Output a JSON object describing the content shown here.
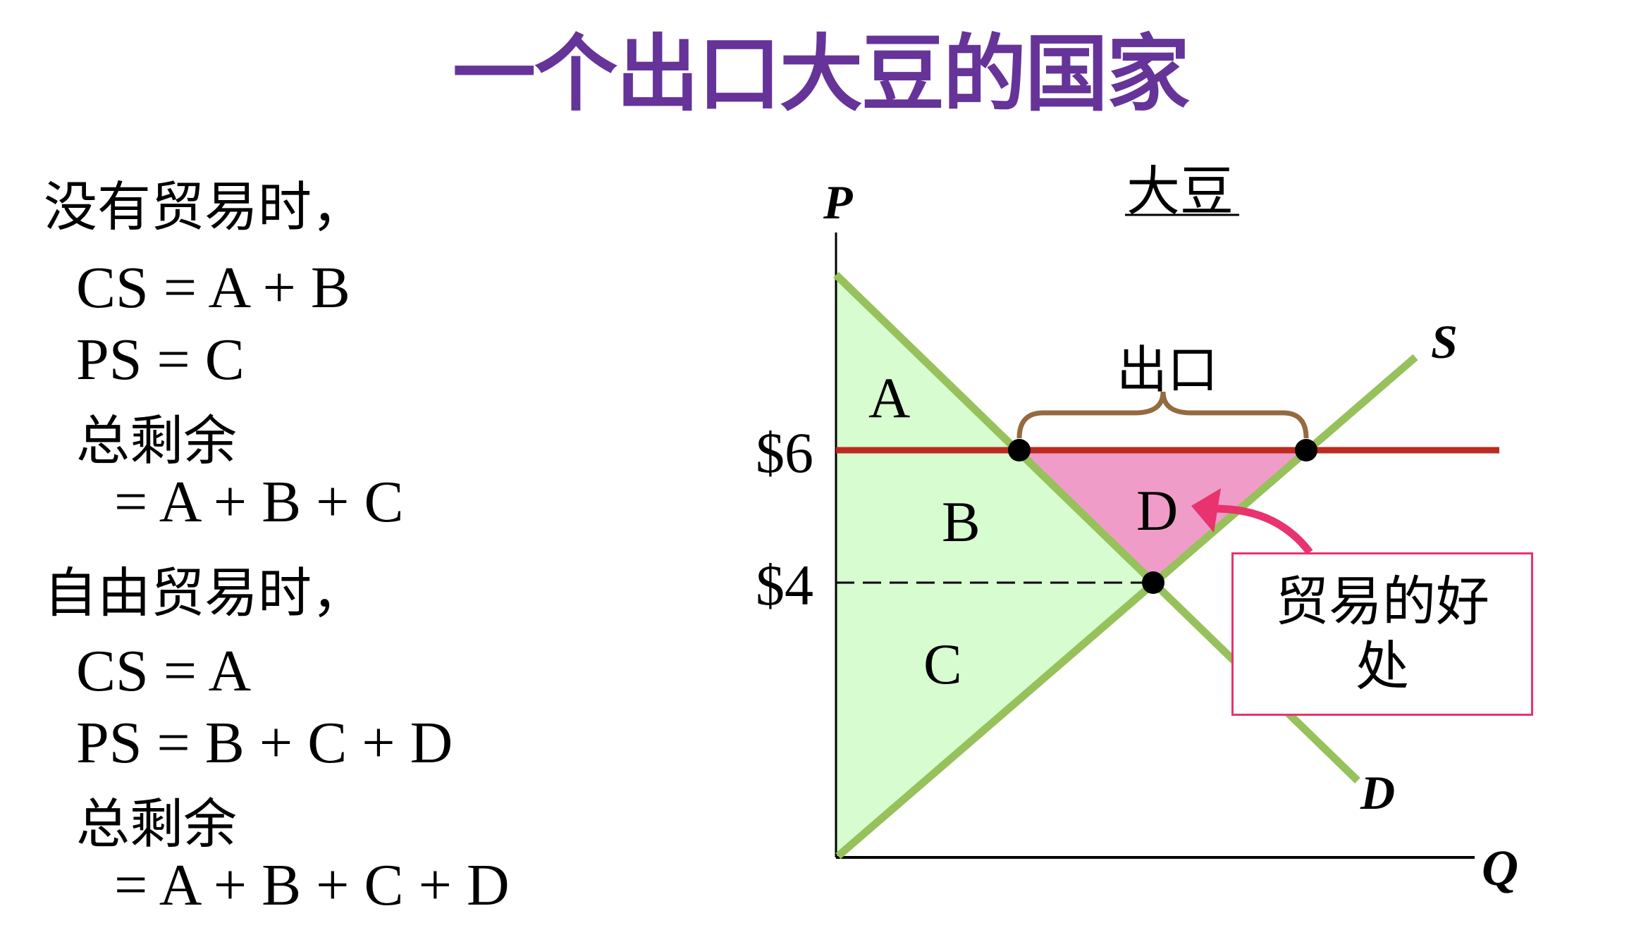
{
  "title": "一个出口大豆的国家",
  "notes": {
    "no_trade": {
      "heading": "没有贸易时，",
      "cs": "CS = A + B",
      "ps": "PS = C",
      "total_label": "总剩余",
      "total_value": "= A + B + C"
    },
    "free_trade": {
      "heading": "自由贸易时，",
      "cs": "CS = A",
      "ps": "PS = B + C + D",
      "total_label": "总剩余",
      "total_value": "= A + B + C + D"
    }
  },
  "chart_data": {
    "type": "line",
    "title": "大豆",
    "xlabel": "Q",
    "ylabel": "P",
    "yticks": [
      "$6",
      "$4"
    ],
    "series": [
      {
        "name": "S",
        "kind": "supply",
        "color": "#97c15a",
        "points": [
          [
            0,
            0
          ],
          [
            1,
            1
          ]
        ]
      },
      {
        "name": "D",
        "kind": "demand",
        "color": "#97c15a",
        "points": [
          [
            0,
            1
          ],
          [
            1,
            0
          ]
        ]
      },
      {
        "name": "world price",
        "kind": "horizontal",
        "value": 6,
        "color": "#be2a20"
      },
      {
        "name": "domestic equilibrium",
        "kind": "dashed",
        "value": 4,
        "color": "#000000"
      }
    ],
    "regions": [
      {
        "label": "A",
        "color": "#d6fcd0",
        "meaning": "consumer surplus with trade"
      },
      {
        "label": "B",
        "color": "#d6fcd0"
      },
      {
        "label": "C",
        "color": "#d6fcd0"
      },
      {
        "label": "D",
        "color": "#f09cc8",
        "meaning": "gains from trade"
      }
    ],
    "annotations": {
      "exports_label": "出口",
      "benefit_label": "贸易的好处",
      "supply_label": "S",
      "demand_label": "D"
    },
    "colors": {
      "title": "#663399",
      "curve": "#97c15a",
      "world_price": "#be2a20",
      "surplus_fill": "#d6fcd0",
      "gain_fill": "#f09cc8",
      "brace": "#946a3f",
      "arrow": "#e8336e"
    }
  }
}
